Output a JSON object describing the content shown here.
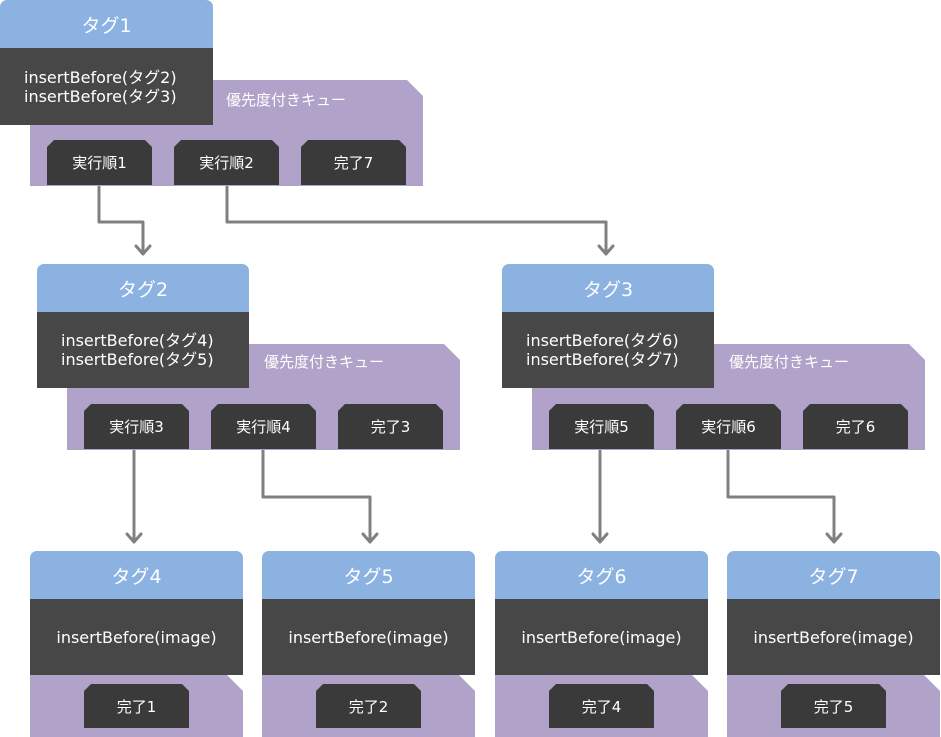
{
  "queue_label": "優先度付きキュー",
  "tags": {
    "t1": {
      "title": "タグ1",
      "lines": [
        "insertBefore(タグ2)",
        "insertBefore(タグ3)"
      ]
    },
    "t2": {
      "title": "タグ2",
      "lines": [
        "insertBefore(タグ4)",
        "insertBefore(タグ5)"
      ]
    },
    "t3": {
      "title": "タグ3",
      "lines": [
        "insertBefore(タグ6)",
        "insertBefore(タグ7)"
      ]
    },
    "t4": {
      "title": "タグ4",
      "lines": [
        "insertBefore(image)"
      ]
    },
    "t5": {
      "title": "タグ5",
      "lines": [
        "insertBefore(image)"
      ]
    },
    "t6": {
      "title": "タグ6",
      "lines": [
        "insertBefore(image)"
      ]
    },
    "t7": {
      "title": "タグ7",
      "lines": [
        "insertBefore(image)"
      ]
    }
  },
  "queues": {
    "q1": [
      "実行順1",
      "実行順2",
      "完了7"
    ],
    "q2": [
      "実行順3",
      "実行順4",
      "完了3"
    ],
    "q3": [
      "実行順5",
      "実行順6",
      "完了6"
    ],
    "q4": [
      "完了1"
    ],
    "q5": [
      "完了2"
    ],
    "q6": [
      "完了4"
    ],
    "q7": [
      "完了5"
    ]
  },
  "colors": {
    "tag_header": "#8cb2e2",
    "tag_body": "#474747",
    "queue": "#b0a2c8",
    "queue_item": "#3a3a3a",
    "arrow": "#808080"
  }
}
